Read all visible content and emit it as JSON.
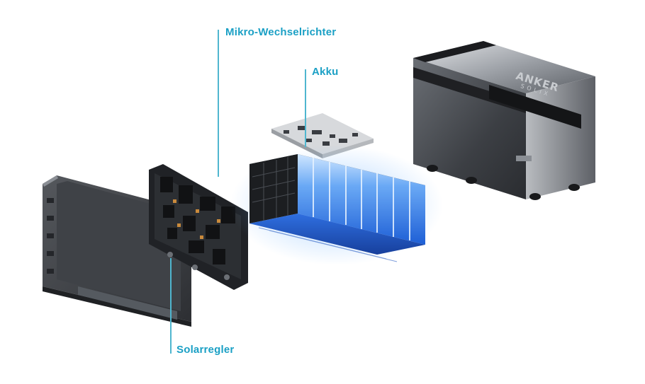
{
  "callouts": {
    "micro_inverter": "Mikro-Wechselrichter",
    "battery": "Akku",
    "solar_controller": "Solarregler"
  },
  "product": {
    "brand": "ANKER",
    "sub_brand": "SOLIX"
  },
  "colors": {
    "label_blue": "#1ba0c5",
    "leader_line": "#4fb6cf",
    "battery_glow": "#2f7ff0",
    "housing_dark": "#3a3d42"
  }
}
